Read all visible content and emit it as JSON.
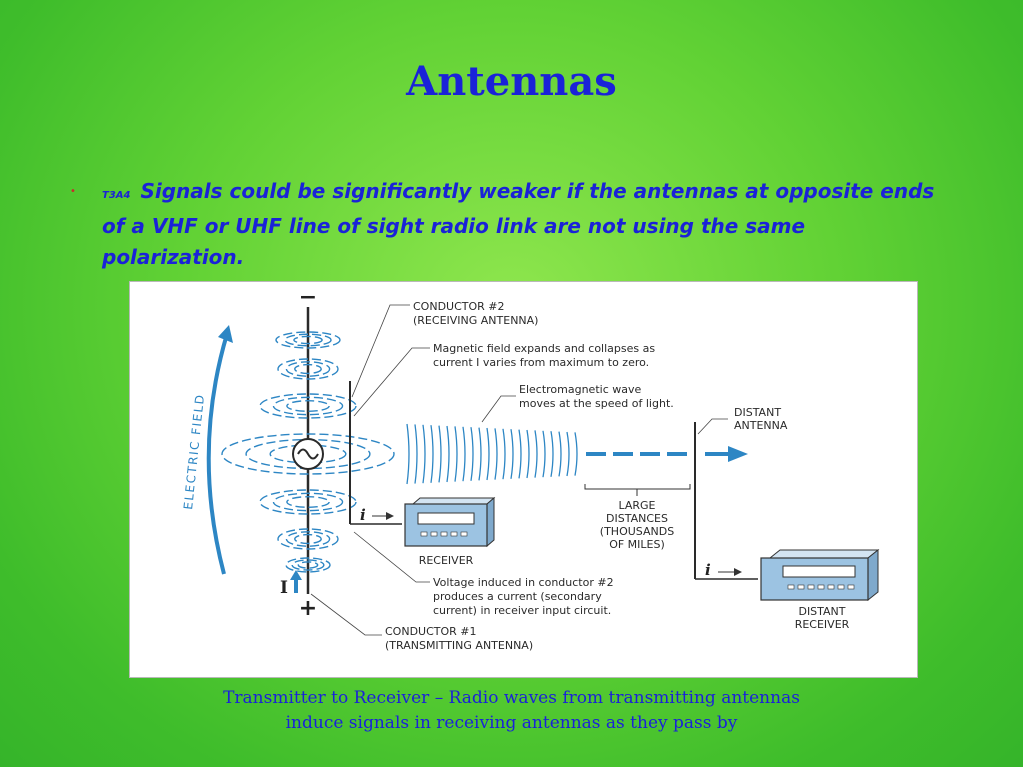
{
  "slide": {
    "title": "Antennas",
    "bullet": {
      "tag": "T3A4",
      "text": "Signals could be significantly weaker if the antennas at opposite ends of a VHF or UHF line of sight radio link are not using the same polarization."
    },
    "caption_line1": "Transmitter to Receiver – Radio waves from transmitting antennas",
    "caption_line2": "induce signals in receiving antennas as they pass by"
  },
  "diagram": {
    "minus": "−",
    "plus": "+",
    "current_I": "I",
    "electric_field": "ELECTRIC FIELD",
    "conductor2_l1": "CONDUCTOR #2",
    "conductor2_l2": "(RECEIVING ANTENNA)",
    "magnetic_l1": "Magnetic field expands and collapses as",
    "magnetic_l2": "current I varies from maximum to zero.",
    "em_l1": "Electromagnetic wave",
    "em_l2": "moves at the speed of light.",
    "distant_antenna_l1": "DISTANT",
    "distant_antenna_l2": "ANTENNA",
    "large_l1": "LARGE",
    "large_l2": "DISTANCES",
    "large_l3": "(THOUSANDS",
    "large_l4": "OF MILES)",
    "i_receiver": "i",
    "i_distant": "i",
    "receiver": "RECEIVER",
    "distant_receiver_l1": "DISTANT",
    "distant_receiver_l2": "RECEIVER",
    "voltage_l1": "Voltage induced in conductor #2",
    "voltage_l2": "produces a current (secondary",
    "voltage_l3": "current) in receiver input circuit.",
    "conductor1_l1": "CONDUCTOR #1",
    "conductor1_l2": "(TRANSMITTING ANTENNA)"
  },
  "colors": {
    "title": "#1a22d8",
    "bullet_dot": "#cc2a2a",
    "diagram_blue": "#2d86c4",
    "device_fill": "#9cc3e2"
  }
}
